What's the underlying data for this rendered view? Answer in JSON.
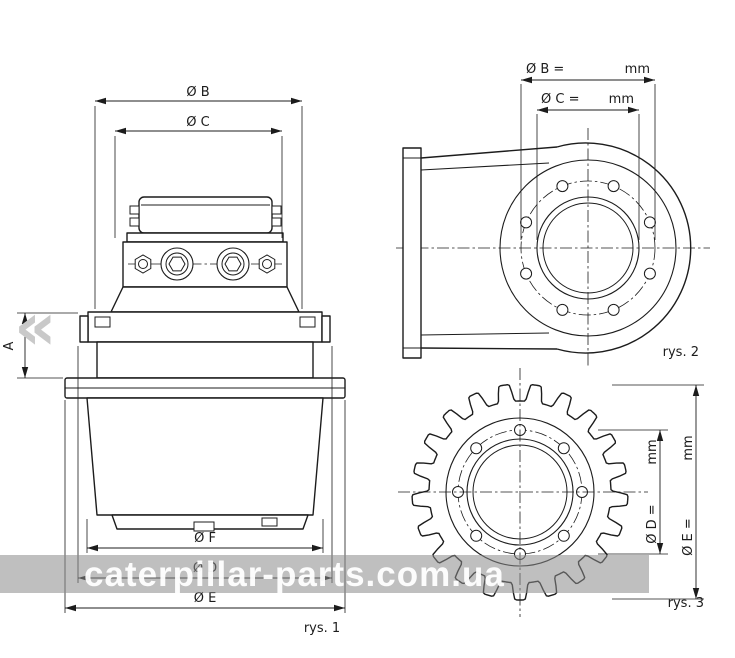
{
  "figures": {
    "fig1": {
      "caption": "rys. 1",
      "dims": {
        "b": "Ø B",
        "c": "Ø C",
        "a": "A",
        "f": "Ø F",
        "d": "Ø D",
        "e": "Ø E"
      }
    },
    "fig2": {
      "caption": "rys. 2",
      "dim_b_label": "Ø B =",
      "dim_b_unit": "mm",
      "dim_c_label": "Ø C =",
      "dim_c_unit": "mm"
    },
    "fig3": {
      "caption": "rys. 3",
      "dim_d_label": "Ø D =",
      "dim_d_unit": "mm",
      "dim_e_label": "Ø E =",
      "dim_e_unit": "mm",
      "teeth": 21
    }
  },
  "watermark": {
    "text": "caterpillar-parts.com.ua"
  },
  "nav": {
    "prev_icon": "«"
  },
  "colors": {
    "line": "#1c1c1c",
    "watermark_bg": "#8a8a8a",
    "watermark_text": "#ffffff"
  }
}
